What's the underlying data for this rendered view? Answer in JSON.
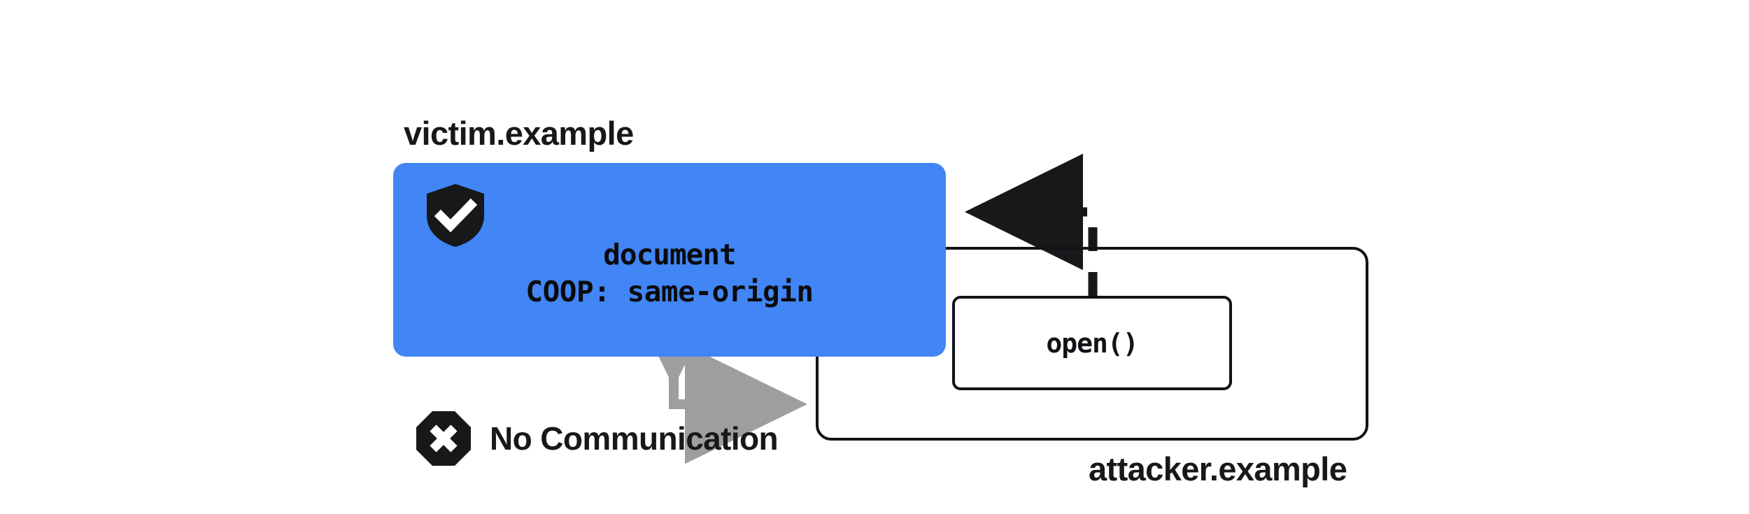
{
  "diagram": {
    "title_hidden": "",
    "background_color": "#ffffff",
    "accent_color": "#4285f4",
    "stroke_color": "#111215",
    "muted_arrow_color": "#9e9e9e"
  },
  "victim": {
    "label": "victim.example",
    "box_fill": "#4285f4",
    "document_label": "document",
    "coop_header": "COOP: same-origin",
    "shield_icon_name": "shield-check-icon"
  },
  "attacker": {
    "label": "attacker.example",
    "open_call_label": "open()"
  },
  "relations": {
    "no_communication_label": "No Communication",
    "no_communication_icon_name": "octagon-x-icon",
    "open_arrow_style": "dashed",
    "no_comm_arrow_style": "solid-gray-double-headed"
  }
}
